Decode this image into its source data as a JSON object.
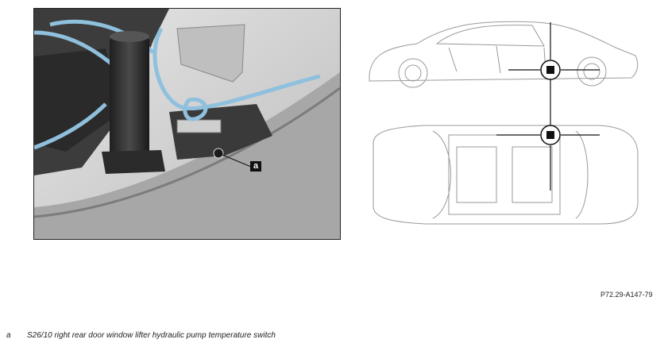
{
  "figure": {
    "callout": "a",
    "reference_code": "P72.29-A147-79"
  },
  "legend": {
    "items": [
      {
        "key": "a",
        "text": "S26/10 right rear door window lifter hydraulic pump temperature switch"
      }
    ]
  },
  "colors": {
    "hose": "#8fc0dd",
    "pump": "#2e2e2e",
    "locator_marker": "#111111"
  },
  "icons": {
    "locator": "target-crosshair-icon",
    "car_side": "car-side-view-icon",
    "car_top": "car-top-view-icon"
  }
}
